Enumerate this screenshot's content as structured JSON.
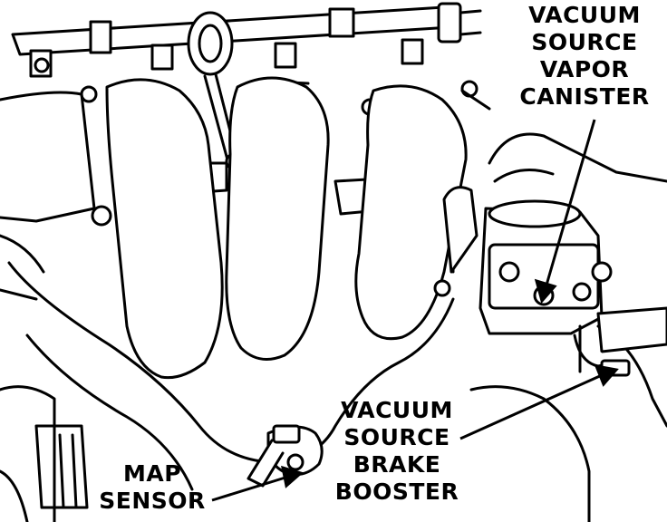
{
  "callouts": {
    "vapor_canister": [
      "VACUUM",
      "SOURCE",
      "VAPOR",
      "CANISTER"
    ],
    "brake_booster": [
      "VACUUM",
      "SOURCE",
      "BRAKE",
      "BOOSTER"
    ],
    "map_sensor": [
      "MAP",
      "SENSOR"
    ]
  },
  "colors": {
    "ink": "#000000",
    "paper": "#ffffff"
  }
}
